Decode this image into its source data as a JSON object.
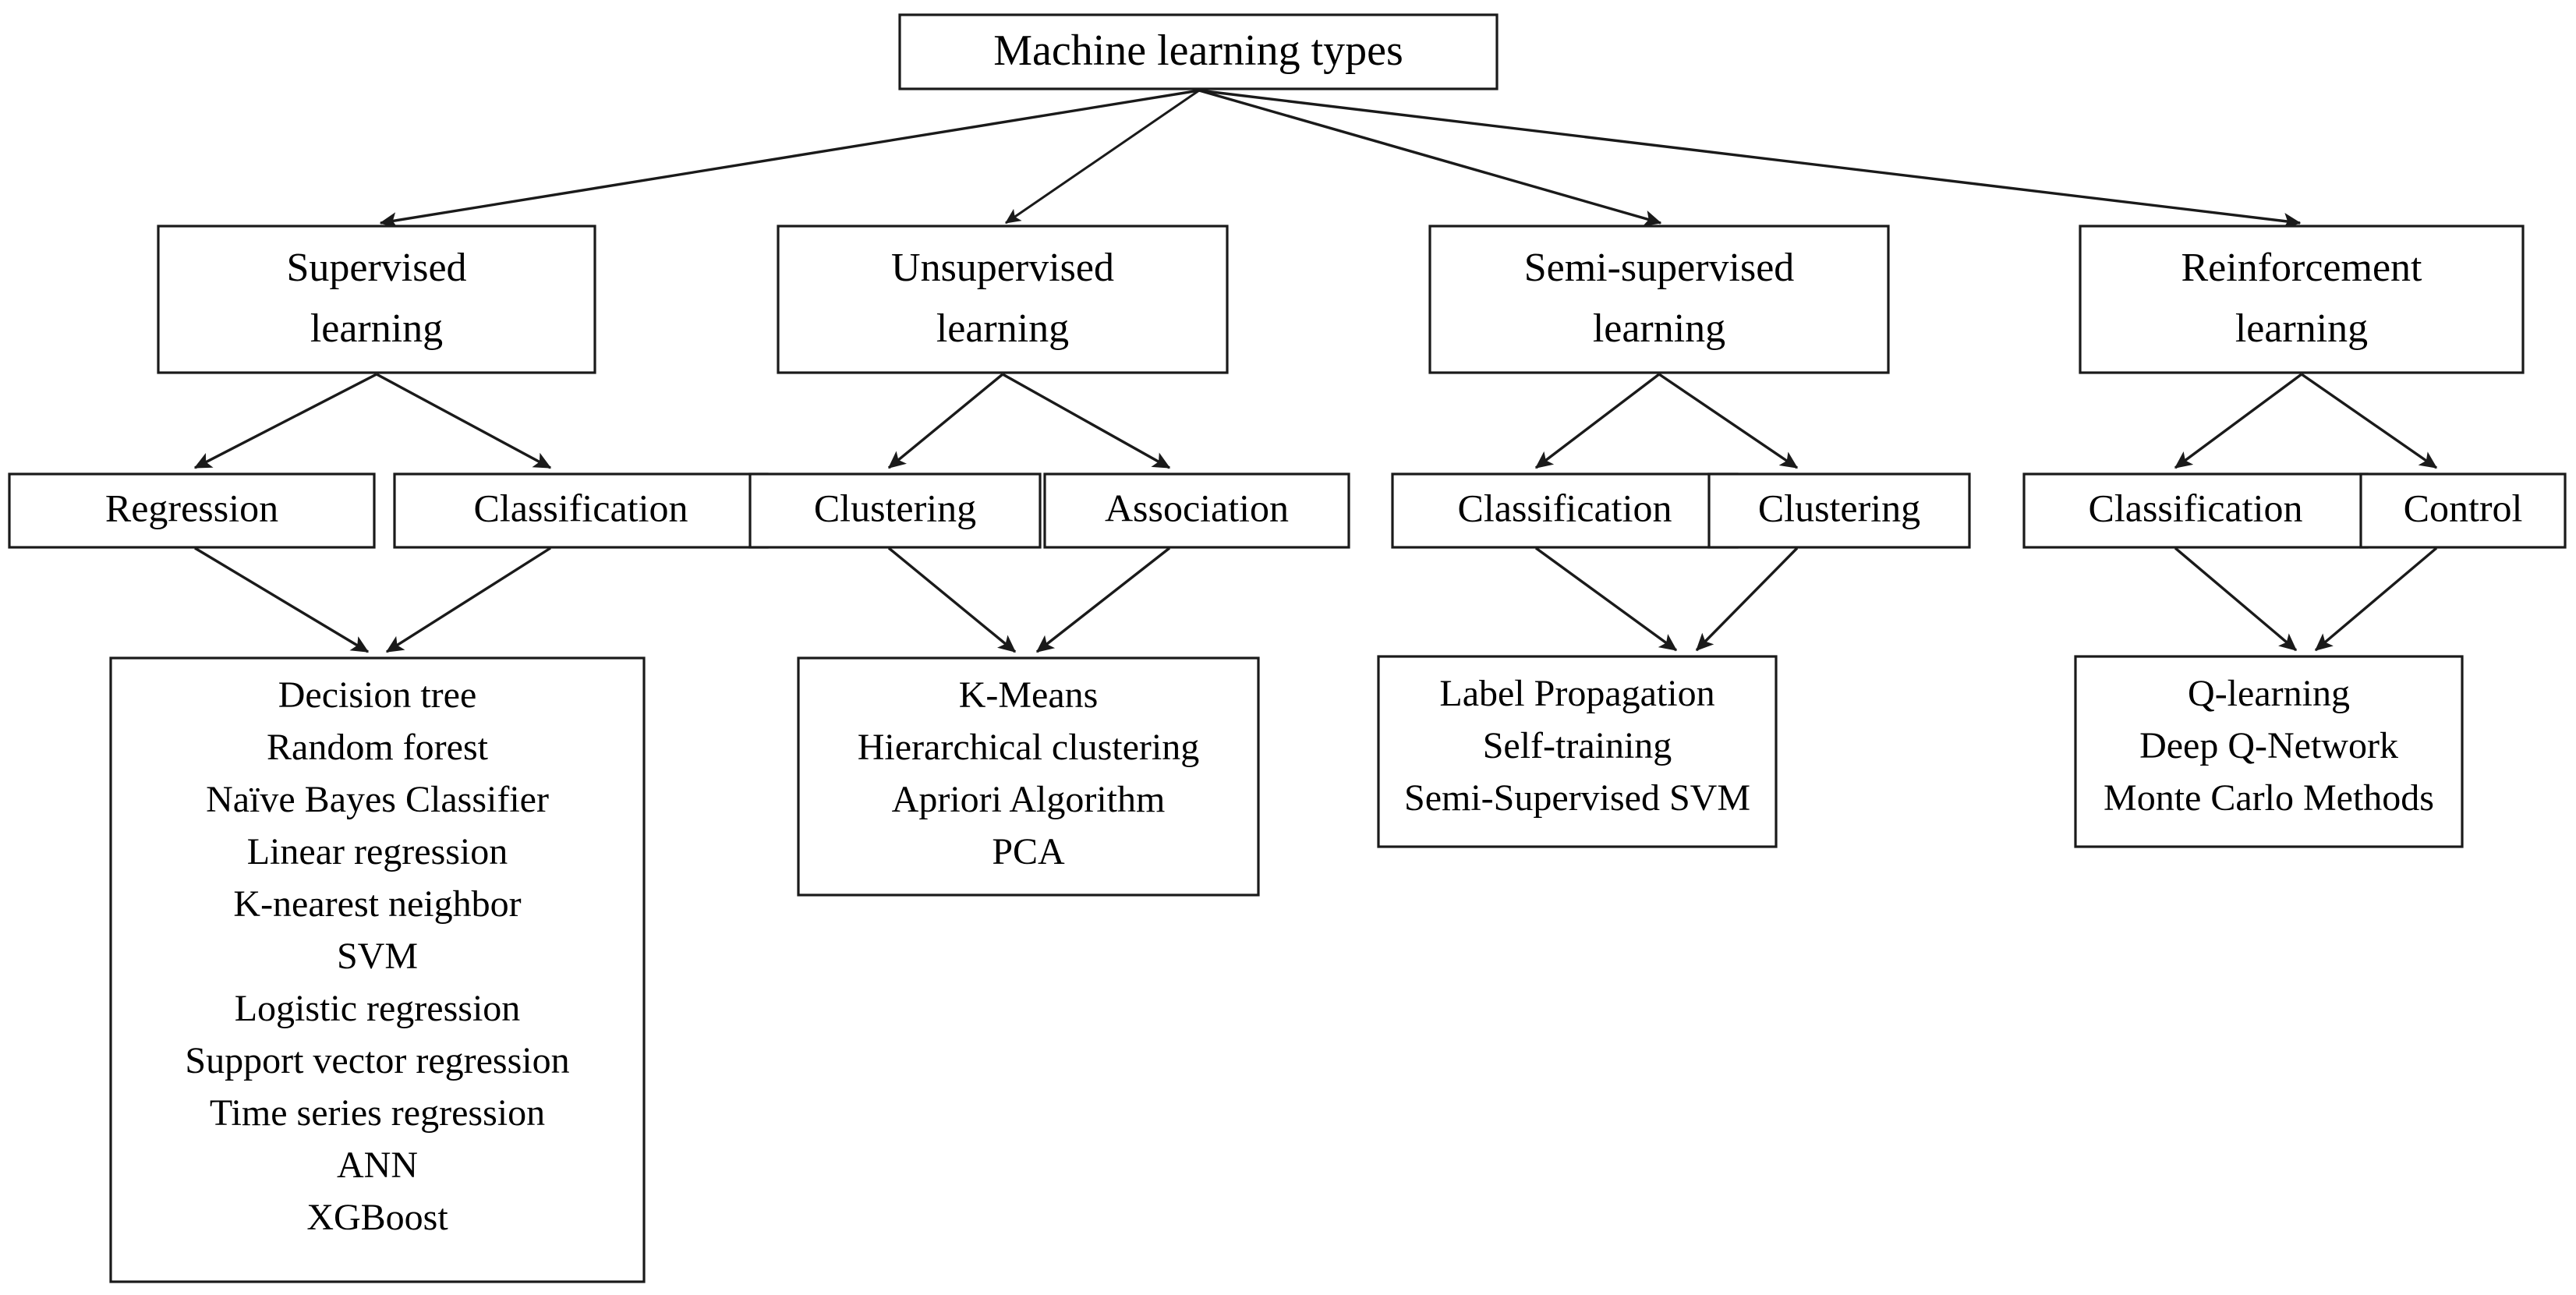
{
  "diagram": {
    "title": "Machine learning types",
    "type": "hierarchical-tree",
    "orientation": "top-down",
    "levels": 4,
    "colors": {
      "background": "#ffffff",
      "box_fill": "#ffffff",
      "box_stroke": "#1a1a1a",
      "text": "#000000",
      "edge": "#1a1a1a"
    },
    "root": {
      "label": "Machine learning types"
    },
    "branches": [
      {
        "id": "supervised",
        "label_lines": [
          "Supervised",
          "learning"
        ],
        "label": "Supervised learning",
        "subcategories": [
          {
            "id": "regression",
            "label": "Regression"
          },
          {
            "id": "classification",
            "label": "Classification"
          }
        ],
        "algorithms": [
          "Decision tree",
          "Random forest",
          "Naïve Bayes Classifier",
          "Linear regression",
          "K-nearest neighbor",
          "SVM",
          "Logistic regression",
          "Support vector regression",
          "Time series regression",
          "ANN",
          "XGBoost"
        ]
      },
      {
        "id": "unsupervised",
        "label_lines": [
          "Unsupervised",
          "learning"
        ],
        "label": "Unsupervised learning",
        "subcategories": [
          {
            "id": "clustering",
            "label": "Clustering"
          },
          {
            "id": "association",
            "label": "Association"
          }
        ],
        "algorithms": [
          "K-Means",
          "Hierarchical clustering",
          "Apriori Algorithm",
          "PCA"
        ]
      },
      {
        "id": "semi-supervised",
        "label_lines": [
          "Semi-supervised",
          "learning"
        ],
        "label": "Semi-supervised learning",
        "subcategories": [
          {
            "id": "classification",
            "label": "Classification"
          },
          {
            "id": "clustering",
            "label": "Clustering"
          }
        ],
        "algorithms": [
          "Label Propagation",
          "Self-training",
          "Semi-Supervised SVM"
        ]
      },
      {
        "id": "reinforcement",
        "label_lines": [
          "Reinforcement",
          "learning"
        ],
        "label": "Reinforcement learning",
        "subcategories": [
          {
            "id": "classification",
            "label": "Classification"
          },
          {
            "id": "control",
            "label": "Control"
          }
        ],
        "algorithms": [
          "Q-learning",
          "Deep Q-Network",
          "Monte Carlo Methods"
        ]
      }
    ]
  }
}
